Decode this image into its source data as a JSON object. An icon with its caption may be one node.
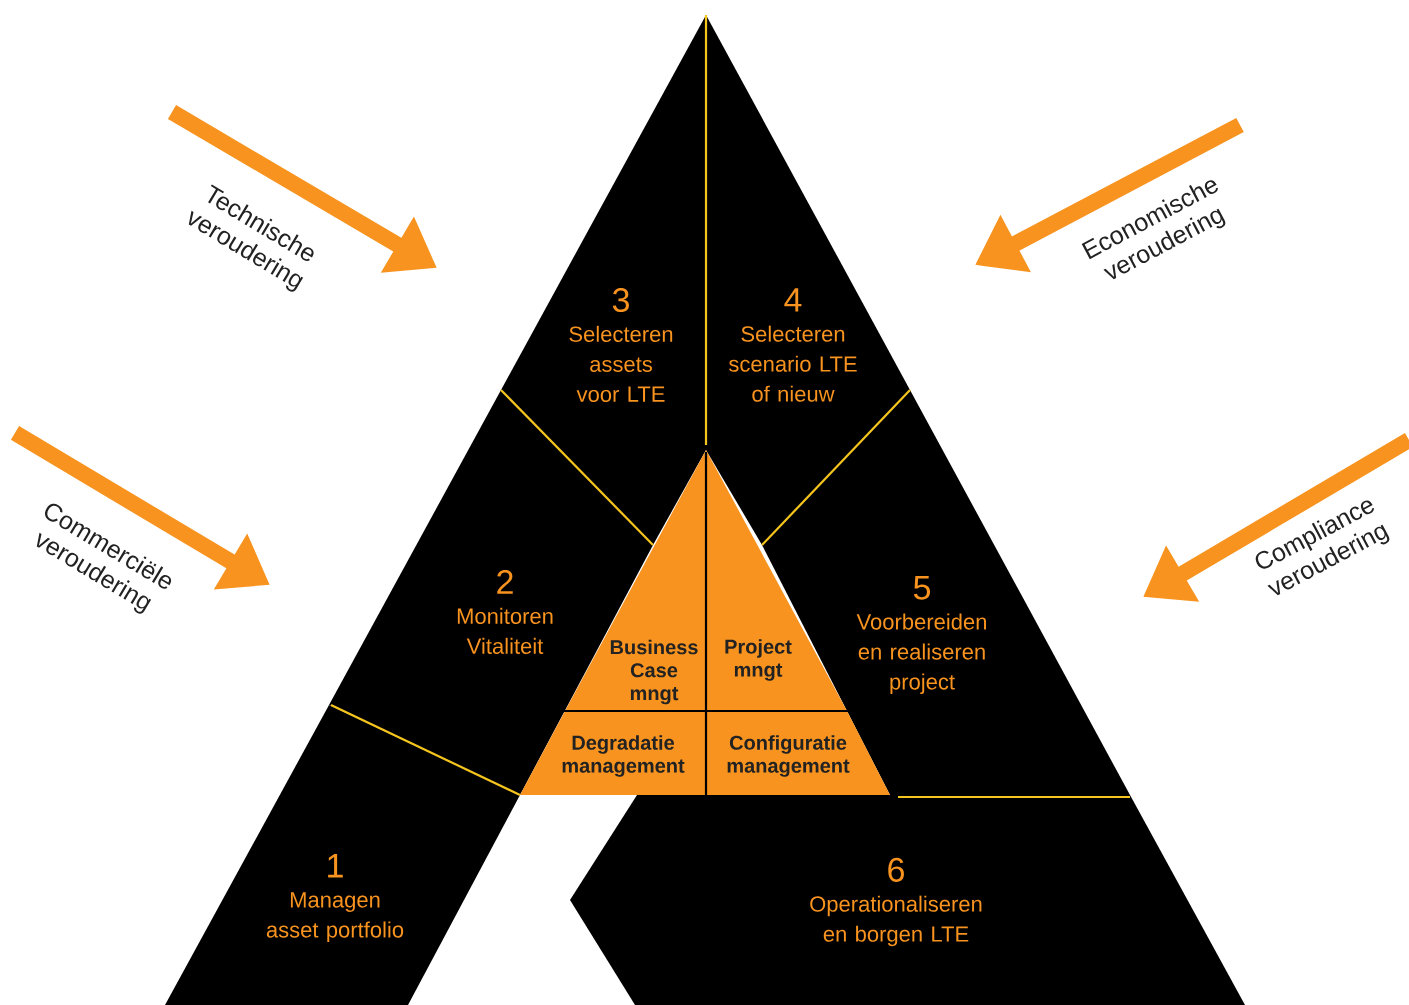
{
  "diagram": {
    "nodes": [
      {
        "text": [
          "1",
          "Managen asset portfolio"
        ]
      },
      {
        "text": [
          "2",
          "Monitoren Vitaliteit"
        ]
      },
      {
        "text": [
          "3",
          "Selecteren assets voor LTE"
        ]
      },
      {
        "text": [
          "4",
          "Selecteren scenario LTE of nieuw"
        ]
      },
      {
        "text": [
          "5",
          "Voorbereiden en realiseren project"
        ]
      },
      {
        "text": [
          "6",
          "Operationaliseren en borgen LTE"
        ]
      },
      {
        "text": [
          "Business Case mngt"
        ]
      },
      {
        "text": [
          "Project mngt"
        ]
      },
      {
        "text": [
          "Degradatie management"
        ]
      },
      {
        "text": [
          "Configuratie management"
        ]
      }
    ],
    "labels": [
      "Technische veroudering",
      "Economische veroudering",
      "Commerciële veroudering",
      "Compliance veroudering"
    ]
  }
}
